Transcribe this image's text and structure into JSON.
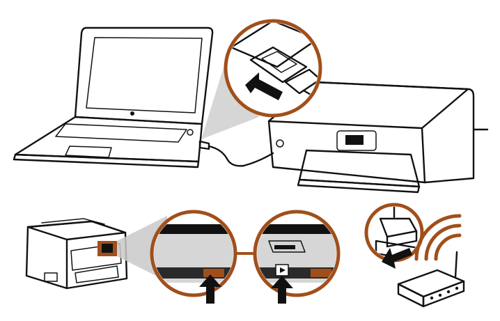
{
  "colors": {
    "accent": "#a14f1a",
    "line": "#111111",
    "panel_gray": "#d6d6d6",
    "callout_gray": "#c9c9c9",
    "screen_dark": "#2a2a2a"
  },
  "icons": [
    "laptop-icon",
    "usb-cable-icon",
    "printer-icon",
    "all-in-one-printer-icon",
    "wireless-router-icon",
    "wifi-signal-icon",
    "arrow-icon"
  ],
  "sections": [
    {
      "id": "usb-connection",
      "elements": [
        "laptop",
        "usb-cable",
        "usb-plug-callout",
        "inkjet-printer"
      ]
    },
    {
      "id": "control-panel-steps",
      "elements": [
        "office-printer",
        "control-panel-callout-1",
        "control-panel-callout-2"
      ]
    },
    {
      "id": "network-connection",
      "elements": [
        "ethernet-plug-callout",
        "router",
        "wifi-signal"
      ]
    }
  ]
}
